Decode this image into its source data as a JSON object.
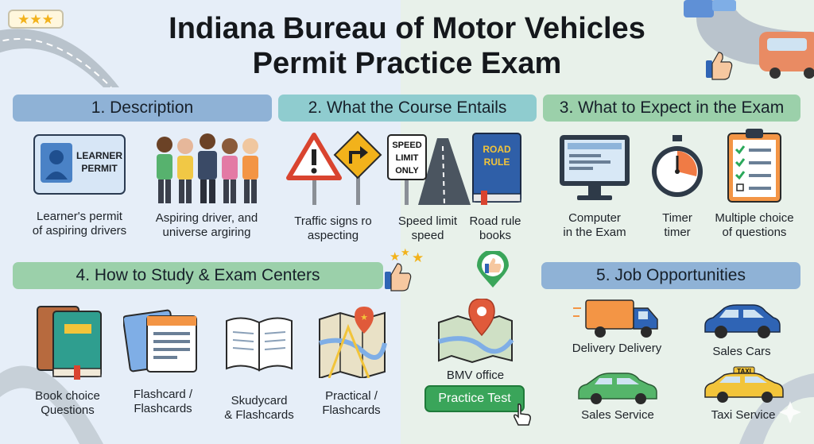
{
  "header": {
    "title_line1": "Indiana Bureau of Motor Vehicles",
    "title_line2": "Permit Practice Exam",
    "rating_stars": "★★★"
  },
  "sections": {
    "description": {
      "heading": "1. Description",
      "items": [
        {
          "icon": "learner-permit-card-icon",
          "card_text": "LEARNER\nPERMIT",
          "caption": "Learner's permit\nof aspiring drivers"
        },
        {
          "icon": "group-of-people-icon",
          "caption": "Aspiring driver, and\nuniverse argiring"
        }
      ]
    },
    "course": {
      "heading": "2. What the Course Entails",
      "items": [
        {
          "icon": "traffic-signs-icon",
          "caption": "Traffic signs ro\naspecting"
        },
        {
          "icon": "speed-limit-sign-icon",
          "sign_text": "SPEED\nLIMIT\nONLY",
          "caption": "Speed limit\nspeed"
        },
        {
          "icon": "road-rule-book-icon",
          "book_text": "ROAD\nRULE",
          "caption": "Road rule\nbooks"
        }
      ]
    },
    "exam": {
      "heading": "3. What to Expect in the Exam",
      "items": [
        {
          "icon": "computer-icon",
          "caption": "Computer\nin the Exam"
        },
        {
          "icon": "stopwatch-timer-icon",
          "caption": "Timer\ntimer"
        },
        {
          "icon": "checklist-clipboard-icon",
          "caption": "Multiple choice\nof questions"
        }
      ]
    },
    "study": {
      "heading": "4. How to Study & Exam Centers",
      "items": [
        {
          "icon": "books-icon",
          "caption": "Book choice\nQuestions"
        },
        {
          "icon": "flashcards-icon",
          "caption": "Flashcard /\nFlashcards"
        },
        {
          "icon": "open-book-icon",
          "caption": "Skudycard\n& Flashcards"
        },
        {
          "icon": "map-icon",
          "caption": "Practical /\nFlashcards"
        }
      ],
      "bmv": {
        "icon": "map-pin-icon",
        "caption": "BMV office",
        "button": "Practice Test"
      }
    },
    "jobs": {
      "heading": "5. Job Opportunities",
      "items": [
        {
          "icon": "delivery-truck-icon",
          "caption": "Delivery Delivery"
        },
        {
          "icon": "sedan-car-icon",
          "caption": "Sales Cars"
        },
        {
          "icon": "green-car-icon",
          "caption": "Sales Service"
        },
        {
          "icon": "taxi-icon",
          "taxi_text": "TAXI",
          "caption": "Taxi Service"
        }
      ]
    }
  },
  "colors": {
    "bar_blue": "#8fb2d6",
    "bar_teal": "#8fcccf",
    "bar_green": "#9bd0aa",
    "button_green": "#3aa55a",
    "star_gold": "#f2b21b"
  }
}
